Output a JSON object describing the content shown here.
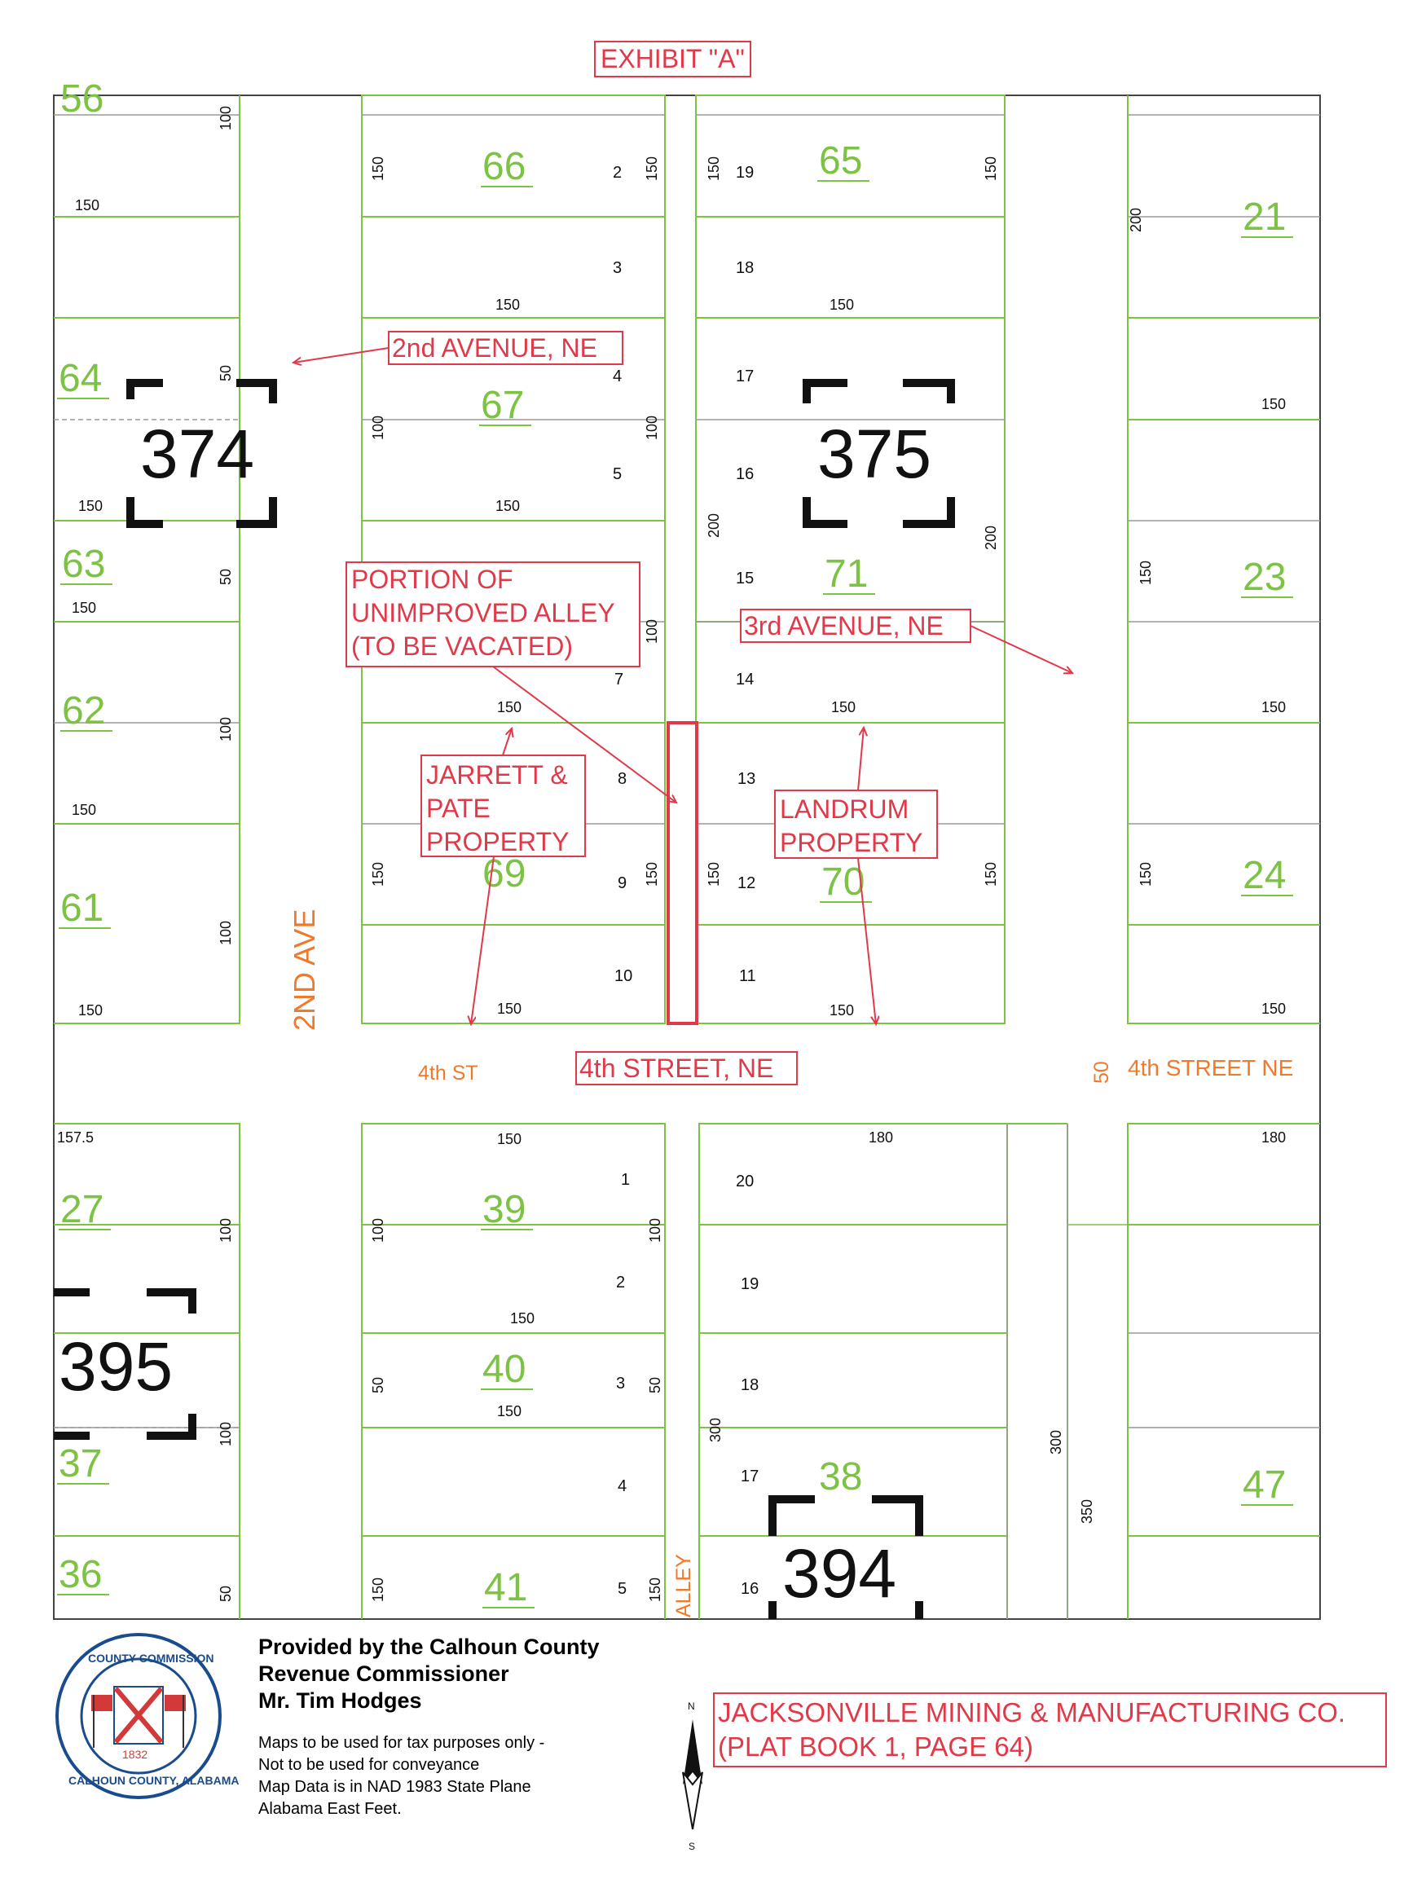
{
  "header": {
    "exhibit": "EXHIBIT \"A\""
  },
  "colors": {
    "lot_green": "#7cc243",
    "line_green": "#7cc243",
    "annotation_red": "#e03a4a",
    "street_orange": "#f07a2a",
    "block_black": "#000000"
  },
  "blocks": {
    "b374": "374",
    "b375": "375",
    "b395": "395",
    "b394": "394"
  },
  "lots": {
    "l56": "56",
    "l66": "66",
    "l65": "65",
    "l21": "21",
    "l64": "64",
    "l67": "67",
    "l63": "63",
    "l71": "71",
    "l23": "23",
    "l62": "62",
    "l69": "69",
    "l70": "70",
    "l61": "61",
    "l24": "24",
    "l27": "27",
    "l39": "39",
    "l40": "40",
    "l37": "37",
    "l38": "38",
    "l47": "47",
    "l36": "36",
    "l41": "41"
  },
  "sublots": {
    "n2": "2",
    "n3": "3",
    "n4": "4",
    "n5": "5",
    "n7": "7",
    "n8": "8",
    "n9": "9",
    "n10": "10",
    "n19": "19",
    "n18": "18",
    "n17": "17",
    "n16": "16",
    "n15": "15",
    "n14": "14",
    "n13": "13",
    "n12": "12",
    "n11": "11",
    "s1": "1",
    "s2": "2",
    "s3": "3",
    "s4": "4",
    "s5": "5",
    "s20": "20",
    "s19": "19",
    "s18": "18",
    "s17": "17",
    "s16": "16"
  },
  "dimensions": {
    "d100": "100",
    "d150": "150",
    "d200": "200",
    "d50": "50",
    "d157": "157.5",
    "d180": "180",
    "d300": "300",
    "d350": "350"
  },
  "streets": {
    "ave2": "2ND AVE",
    "st4": "4th ST",
    "st4ne": "4th STREET NE",
    "s50": "50",
    "alley": "ALLEY"
  },
  "annotations": {
    "ave2ne": "2nd AVENUE, NE",
    "alley_l1": "PORTION OF",
    "alley_l2": "UNIMPROVED ALLEY",
    "alley_l3": "(TO BE VACATED)",
    "ave3ne": "3rd AVENUE, NE",
    "jp_l1": "JARRETT &",
    "jp_l2": "PATE",
    "jp_l3": "PROPERTY",
    "land_l1": "LANDRUM",
    "land_l2": "PROPERTY",
    "st4ne": "4th STREET, NE"
  },
  "seal": {
    "top": "COUNTY COMMISSION",
    "bottom": "CALHOUN COUNTY, ALABAMA",
    "year": "1832"
  },
  "credit": {
    "line1": "Provided by the Calhoun County",
    "line2": "Revenue Commissioner",
    "line3": "Mr. Tim Hodges",
    "note1": "Maps to be used for tax purposes only -",
    "note2": "Not to be used for conveyance",
    "note3": "Map Data is in NAD 1983 State Plane",
    "note4": "Alabama East Feet."
  },
  "north": {
    "n": "N",
    "s": "S"
  },
  "plat": {
    "line1": "JACKSONVILLE MINING & MANUFACTURING CO.",
    "line2": "(PLAT BOOK 1, PAGE 64)"
  }
}
